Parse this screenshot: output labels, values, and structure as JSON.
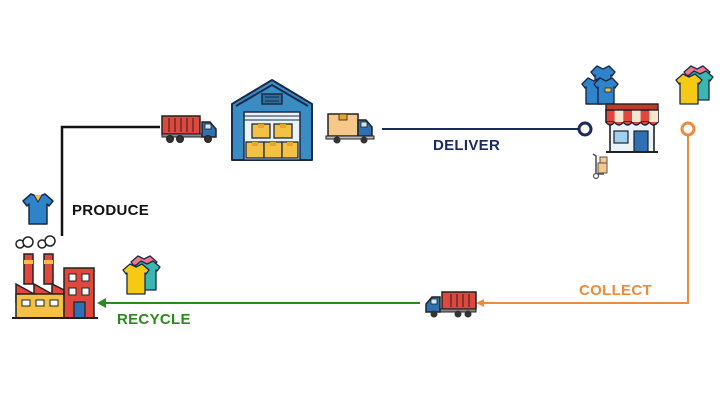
{
  "labels": {
    "produce": "PRODUCE",
    "deliver": "DELIVER",
    "collect": "COLLECT",
    "recycle": "RECYCLE"
  },
  "colors": {
    "produce": "#111111",
    "deliver": "#1b2a5e",
    "collect": "#ee8a3c",
    "recycle": "#2b8a1e",
    "truck_red": "#e0473d",
    "truck_blue": "#2f6fb4",
    "warehouse_blue": "#3a8dc4",
    "box": "#f3c145",
    "shirt_blue": "#2f83c9",
    "shirt_yellow": "#f6c915",
    "shirt_pink": "#f0788a",
    "shirt_teal": "#39b7b0"
  },
  "icons": [
    "factory-icon",
    "t-shirt-icon",
    "container-truck-icon",
    "warehouse-icon",
    "delivery-van-icon",
    "t-shirts-stack-icon",
    "store-icon",
    "hand-truck-icon",
    "t-shirts-pile-icon",
    "container-truck-icon",
    "t-shirts-pile-icon"
  ]
}
